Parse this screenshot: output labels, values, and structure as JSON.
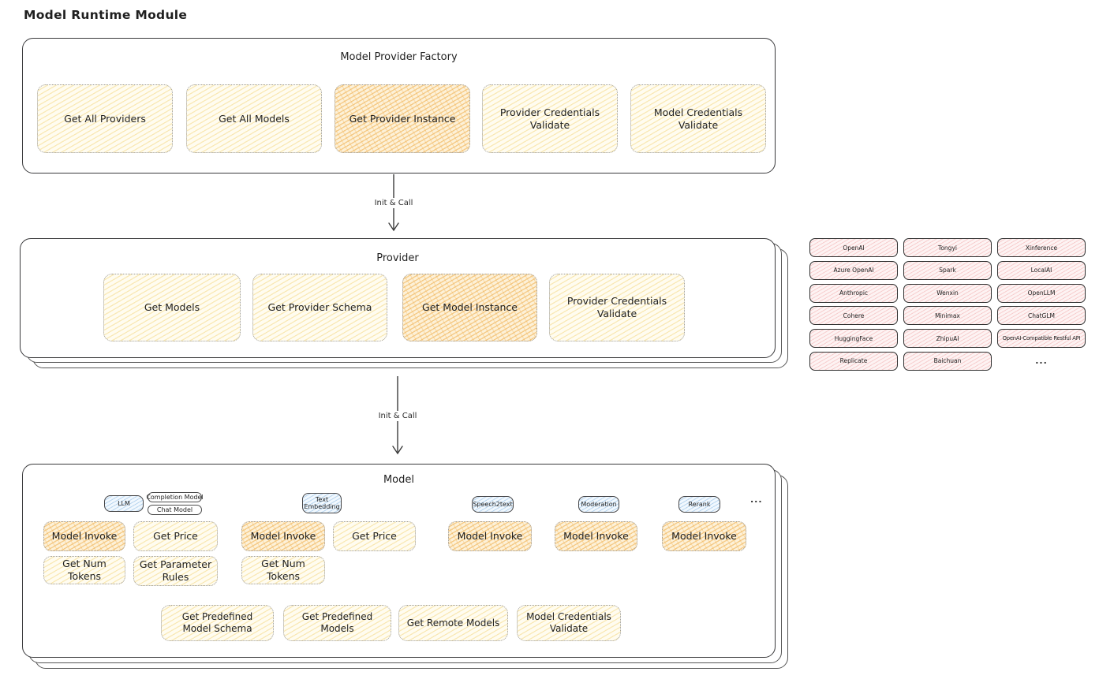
{
  "page_title": "Model Runtime Module",
  "colors": {
    "yellow_hatch": "#ffec99",
    "orange_hatch": "#ffd8a8",
    "pink_hatch": "#ffc9c9",
    "blue_hatch": "#a5d8ff"
  },
  "arrow_labels": [
    "Init & Call",
    "Init & Call"
  ],
  "factory": {
    "title": "Model Provider Factory",
    "buttons": [
      {
        "label": "Get All Providers",
        "highlight": false
      },
      {
        "label": "Get All Models",
        "highlight": false
      },
      {
        "label": "Get Provider Instance",
        "highlight": true
      },
      {
        "label": "Provider Credentials Validate",
        "highlight": false
      },
      {
        "label": "Model Credentials Validate",
        "highlight": false
      }
    ]
  },
  "provider": {
    "title": "Provider",
    "buttons": [
      {
        "label": "Get Models",
        "highlight": false
      },
      {
        "label": "Get Provider Schema",
        "highlight": false
      },
      {
        "label": "Get Model Instance",
        "highlight": true
      },
      {
        "label": "Provider Credentials Validate",
        "highlight": false
      }
    ]
  },
  "provider_list": {
    "columns": [
      [
        "OpenAI",
        "Azure OpenAI",
        "Anthropic",
        "Cohere",
        "HuggingFace",
        "Replicate"
      ],
      [
        "Tongyi",
        "Spark",
        "Wenxin",
        "Minimax",
        "ZhipuAI",
        "Baichuan"
      ],
      [
        "Xinference",
        "LocalAI",
        "OpenLLM",
        "ChatGLM",
        "OpenAI-Compatible Restful API"
      ]
    ],
    "more_label": "..."
  },
  "model": {
    "title": "Model",
    "more_label": "...",
    "groups": [
      {
        "type_label": "LLM",
        "sub_types": [
          "Completion Model",
          "Chat Model"
        ],
        "buttons": [
          {
            "label": "Model Invoke",
            "highlight": true
          },
          {
            "label": "Get Price",
            "highlight": false
          },
          {
            "label": "Get Num Tokens",
            "highlight": false
          },
          {
            "label": "Get Parameter Rules",
            "highlight": false
          }
        ]
      },
      {
        "type_label": "Text Embedding",
        "sub_types": [],
        "buttons": [
          {
            "label": "Model Invoke",
            "highlight": true
          },
          {
            "label": "Get Price",
            "highlight": false
          },
          {
            "label": "Get Num Tokens",
            "highlight": false
          }
        ]
      },
      {
        "type_label": "Speech2text",
        "sub_types": [],
        "buttons": [
          {
            "label": "Model Invoke",
            "highlight": true
          }
        ]
      },
      {
        "type_label": "Moderation",
        "sub_types": [],
        "buttons": [
          {
            "label": "Model Invoke",
            "highlight": true
          }
        ]
      },
      {
        "type_label": "Rerank",
        "sub_types": [],
        "buttons": [
          {
            "label": "Model Invoke",
            "highlight": true
          }
        ]
      }
    ],
    "bottom_buttons": [
      {
        "label": "Get Predefined Model Schema"
      },
      {
        "label": "Get Predefined Models"
      },
      {
        "label": "Get Remote Models"
      },
      {
        "label": "Model Credentials Validate"
      }
    ]
  }
}
